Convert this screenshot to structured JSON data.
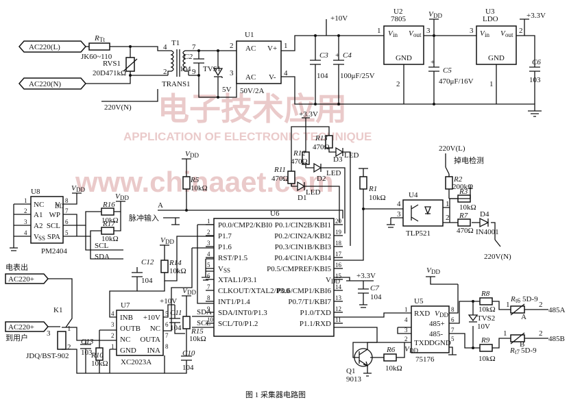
{
  "connectors": {
    "ac_l": "AC220(L)",
    "ac_n": "AC220(N)",
    "meter_out": "电表出",
    "ac_in": "AC220+",
    "ac_user": "AC220+",
    "to_user": "到用户"
  },
  "components": {
    "rt_ref": "R",
    "rt_sub": "Tt",
    "jk": "JK60~110",
    "rvs1": "RVS1",
    "rvs_val": "20D471kΩ",
    "t1": "T1",
    "trans1": "TRANS1",
    "c2": "C2",
    "c2_val": "104",
    "tvs1": "TVS1",
    "tvs1_val": "5V",
    "u1": "U1",
    "u1_ac1": "AC",
    "u1_vp": "V+",
    "u1_ac2": "AC",
    "u1_vm": "V-",
    "u1_rating": "50V/2A",
    "plus10v": "+10V",
    "c3": "C3",
    "c3_val": "104",
    "c4": "C4",
    "c4_val": "100μF/25V",
    "u2": "U2",
    "u2_part": "7805",
    "vin": "V",
    "vin_sub": "in",
    "vout": "V",
    "vout_sub": "out",
    "gnd": "GND",
    "vdd": "V",
    "vdd_sub": "DD",
    "c5": "C5",
    "c5_val": "470μF/16V",
    "u3": "U3",
    "u3_part": "LDO",
    "plus33v": "+3.3V",
    "c6": "C6",
    "c6_val": "103",
    "v220n": "220V(N)",
    "d1": "D1",
    "d2": "D2",
    "d3": "D3",
    "led": "LED",
    "r11": "R11",
    "r12": "R12",
    "r13": "R13",
    "r470": "470Ω",
    "r1": "R1",
    "r10k": "10kΩ",
    "r5": "R5",
    "u8": "U8",
    "u8_part": "PM2404",
    "u8_pins": [
      "NC",
      "A1",
      "A2",
      "V",
      "V",
      "WP",
      "SCL",
      "SPA"
    ],
    "u8_vss_sub": "SS",
    "u8_vdd_sub": "DD",
    "r16": "R16",
    "r17": "R17",
    "scl": "SCL",
    "sda": "SDA",
    "pulse_in": "脉冲输入",
    "net_a": "A",
    "u6": "U6",
    "u6_left": [
      "P0.0/CMP2/KBI0",
      "P1.7",
      "P1.6",
      "RST/P1.5",
      "V",
      "XTAL1/P3.1",
      "CLKOUT/XTAL2/P3.0",
      "INT1/P1.4",
      "SDA/INT0/P1.3",
      "SCL/T0/P1.2"
    ],
    "u6_right": [
      "P0.1/CIN2B/KBI1",
      "P0.2/CIN2A/KBI2",
      "P0.3/CIN1B/KBI3",
      "P0.4/CIN1A/KBI4",
      "P0.5/CMPREF/KBI5",
      "V",
      "P0.6/CMP1/KBI6",
      "P0.7/T1/KBI7",
      "P1.0/TXD",
      "P1.1/RXD"
    ],
    "vss_sub": "SS",
    "r14": "R14",
    "c12": "C12",
    "c12_val": "104",
    "c7": "C7",
    "c7_val": "104",
    "u7": "U7",
    "u7_part": "XC2023A",
    "u7_left": [
      "INB",
      "OUTB",
      "NC",
      "GND"
    ],
    "u7_right": [
      "+10V",
      "NC",
      "OUTA",
      "INA"
    ],
    "c11": "C11",
    "c11_val": "104",
    "r15": "R15",
    "c10": "C10",
    "c10_val": "104",
    "k1": "K1",
    "relay_part": "JDQ/BST-902",
    "c13": "C13",
    "c13_val": "103",
    "r10": "R10",
    "u4": "U4",
    "u4_part": "TLP521",
    "r2": "R2",
    "r2_val": "200kΩ",
    "v220l": "220V(L)",
    "detect": "掉电检测",
    "r3": "R3",
    "r7": "R7",
    "d4": "D4",
    "d4_part": "IN4001",
    "u5": "U5",
    "u5_part": "75176",
    "u5_pins": [
      "RXD",
      "V",
      "485+",
      "485-",
      "TXD",
      "DGND"
    ],
    "tvs2": "TVS2",
    "tvs2_val": "10V",
    "r8": "R8",
    "r9": "R9",
    "r6": "R6",
    "q1": "Q1",
    "q1_part": "9013",
    "rt6": "R",
    "rt6_sub": "t6",
    "rt7": "R",
    "rt7_sub": "t7",
    "ptc": "5D-9",
    "out_485a": "485A",
    "out_485b": "485B"
  },
  "pins": {
    "t1_4": "4",
    "t1_2": "2",
    "t1_7": "7",
    "t1_9": "9",
    "u1_2": "2",
    "u1_3": "3",
    "u1_1": "1",
    "u1_4": "4",
    "u2_1": "1",
    "u2_3": "3",
    "u2_2": "2",
    "u3_3": "3",
    "u3_2": "2",
    "u3_1": "1",
    "u6_l": [
      "1",
      "2",
      "3",
      "4",
      "5",
      "6",
      "7",
      "8",
      "9",
      "10"
    ],
    "u6_r": [
      "20",
      "19",
      "18",
      "17",
      "16",
      "15",
      "14",
      "13",
      "12",
      "11"
    ],
    "u8_l": [
      "1",
      "2",
      "3",
      "4"
    ],
    "u8_r": [
      "8",
      "7",
      "6",
      "5"
    ],
    "u7_l": [
      "4",
      "3",
      "2",
      "1"
    ],
    "u7_r": [
      "5",
      "6",
      "7",
      "8"
    ],
    "u4_l": [
      "4",
      "3"
    ],
    "u4_r": [
      "1",
      "2"
    ],
    "u5_l": [
      "1",
      "4",
      "3",
      "2"
    ],
    "u5_r": [
      "8",
      "6",
      "7",
      "5"
    ],
    "k1_1": "1",
    "k1_2": "2",
    "k1_3": "3",
    "rt_1": "1",
    "rt_2": "2",
    "rt6_a": "A",
    "rt7_b": "B"
  },
  "watermark": {
    "brand": "电子技术应用",
    "subtitle": "APPLICATION OF ELECTRONIC TECHNIQUE",
    "url": "www.chinaaet.com"
  },
  "caption": "图 1  采集器电路图"
}
